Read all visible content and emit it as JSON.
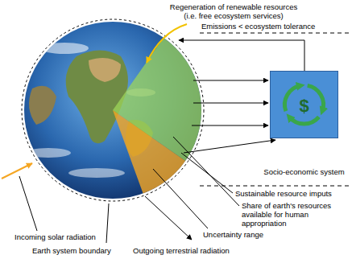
{
  "diagram": {
    "nodes": [
      {
        "text": [
          "$",
          "Socio-economic system"
        ]
      }
    ],
    "edges": [],
    "labels": [
      "Regeneration of renewable resources (i.e. free ecosystem services)",
      "Emissions < ecosystem tolerance",
      "Sustainable resource imputs",
      "Share of earth's resources available for human appropriation",
      "Uncertainty range",
      "Incoming solar radiation",
      "Earth system boundary",
      "Outgoing terrestrial radiation"
    ]
  }
}
